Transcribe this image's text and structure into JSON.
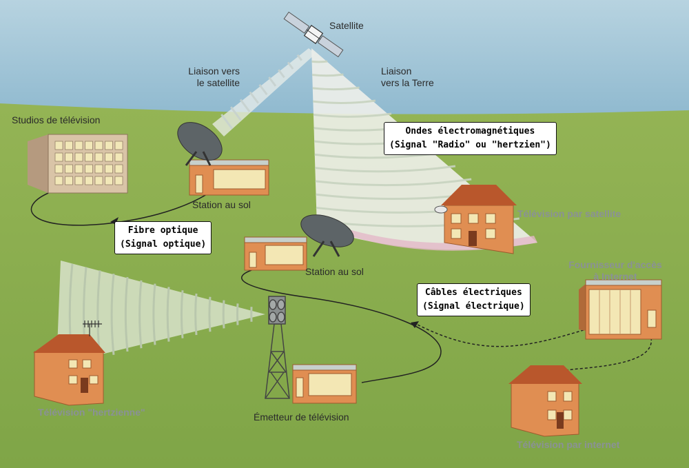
{
  "labels": {
    "satellite": "Satellite",
    "uplink_line1": "Liaison vers",
    "uplink_line2": "le satellite",
    "downlink_line1": "Liaison",
    "downlink_line2": "vers la Terre",
    "studios": "Studios de télévision",
    "ground_station_top": "Station au sol",
    "ground_station_mid": "Station au sol",
    "tv_satellite": "Télévision par satellite",
    "isp_line1": "Fournisseur d'accès",
    "isp_line2": "à Internet",
    "tv_hertzian": "Télévision \"hertzienne\"",
    "tv_transmitter": "Émetteur de télévision",
    "tv_internet": "Télévision par internet"
  },
  "callouts": {
    "waves_line1": "Ondes électromagnétiques",
    "waves_line2": "(Signal \"Radio\" ou \"hertzien\")",
    "fiber_line1": "Fibre optique",
    "fiber_line2": "(Signal optique)",
    "cables_line1": "Câbles électriques",
    "cables_line2": "(Signal électrique)"
  },
  "colors": {
    "sky": "#9ec3d6",
    "ground": "#8cb04e",
    "building": "#d98a50",
    "roof": "#b9572c",
    "window": "#f3e7b4",
    "text_gray": "#8a9196"
  }
}
